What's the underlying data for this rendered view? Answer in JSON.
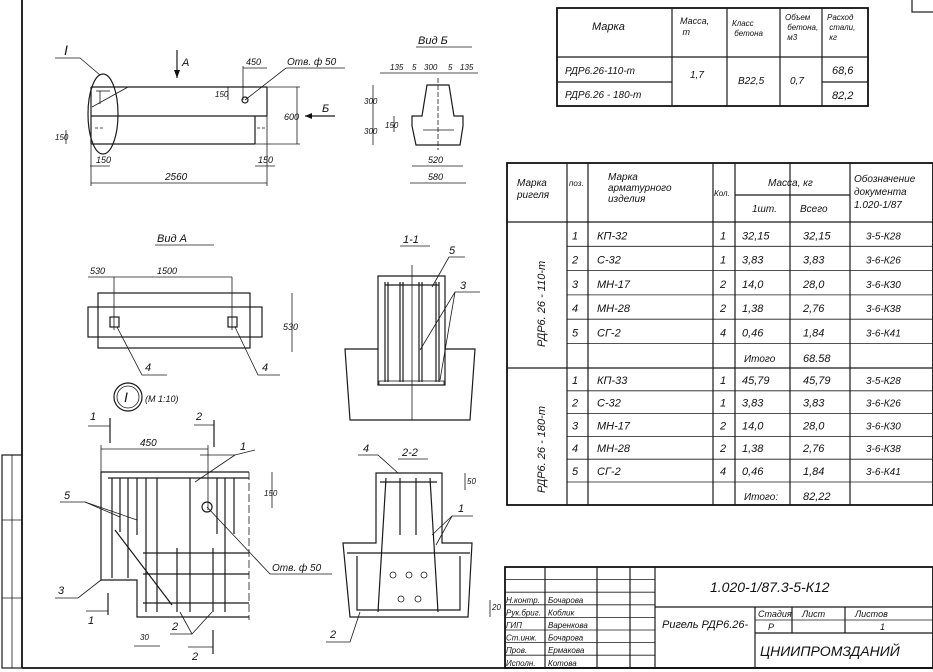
{
  "drawing": {
    "callout_label": "I",
    "arrow_a": "А",
    "arrow_b": "Б",
    "hole_label": "Отв. ф 50",
    "dim_450": "450",
    "dim_150": "150",
    "dim_600": "600",
    "dim_2560": "2560",
    "dim_150_left": "150",
    "dim_150_right": "150",
    "dim_150_side": "150",
    "view_b_title": "Вид Б",
    "view_b_dims": [
      "135",
      "5",
      "300",
      "5",
      "135"
    ],
    "view_b_300_top": "300",
    "view_b_300_bottom": "300",
    "view_b_150": "150",
    "view_b_520": "520",
    "view_b_580": "580",
    "view_a_title": "Вид А",
    "view_a_530": "530",
    "view_a_1500": "1500",
    "view_a_530_vert": "530",
    "pos_4": "4",
    "callout_scale": "(М 1:10)",
    "section_1_title": "1-1",
    "section_2_title": "2-2",
    "pos_5": "5",
    "pos_3": "3",
    "pos_1": "1",
    "pos_2": "2",
    "cut_1": "1",
    "cut_2": "2",
    "detail_450": "450",
    "detail_150": "150",
    "detail_30": "30",
    "sec2_50": "50",
    "sec2_20": "20"
  },
  "summary_table": {
    "headers": [
      "Марка",
      "Масса, т",
      "Класс бетона",
      "Объем бетона, м3",
      "Расход стали, кг"
    ],
    "marks": [
      "РДР6.26-110-т",
      "РДР6.26 - 180-т"
    ],
    "mass": "1,7",
    "concrete_class": "В22,5",
    "volume": "0,7",
    "steel": [
      "68,6",
      "82,2"
    ]
  },
  "spec_table": {
    "headers": {
      "mark": "Марка ригеля",
      "pos": "поз.",
      "item": "Марка арматурного изделия",
      "qty": "Кол.",
      "mass": "Масса, кг",
      "unit": "1шт.",
      "total": "Всего",
      "doc": "Обозначение документа 1.020-1/87"
    },
    "groups": [
      {
        "mark": "РДР6. 26 - 110-т",
        "rows": [
          {
            "pos": "1",
            "item": "КП-32",
            "qty": "1",
            "unit": "32,15",
            "total": "32,15",
            "doc": "3-5-К28"
          },
          {
            "pos": "2",
            "item": "С-32",
            "qty": "1",
            "unit": "3,83",
            "total": "3,83",
            "doc": "3-6-К26"
          },
          {
            "pos": "3",
            "item": "МН-17",
            "qty": "2",
            "unit": "14,0",
            "total": "28,0",
            "doc": "3-6-К30"
          },
          {
            "pos": "4",
            "item": "МН-28",
            "qty": "2",
            "unit": "1,38",
            "total": "2,76",
            "doc": "3-6-К38"
          },
          {
            "pos": "5",
            "item": "СГ-2",
            "qty": "4",
            "unit": "0,46",
            "total": "1,84",
            "doc": "3-6-К41"
          }
        ],
        "total_label": "Итого",
        "total": "68.58"
      },
      {
        "mark": "РДР6. 26 - 180-т",
        "rows": [
          {
            "pos": "1",
            "item": "КП-33",
            "qty": "1",
            "unit": "45,79",
            "total": "45,79",
            "doc": "3-5-К28"
          },
          {
            "pos": "2",
            "item": "С-32",
            "qty": "1",
            "unit": "3,83",
            "total": "3,83",
            "doc": "3-6-К26"
          },
          {
            "pos": "3",
            "item": "МН-17",
            "qty": "2",
            "unit": "14,0",
            "total": "28,0",
            "doc": "3-6-К30"
          },
          {
            "pos": "4",
            "item": "МН-28",
            "qty": "2",
            "unit": "1,38",
            "total": "2,76",
            "doc": "3-6-К38"
          },
          {
            "pos": "5",
            "item": "СГ-2",
            "qty": "4",
            "unit": "0,46",
            "total": "1,84",
            "doc": "3-6-К41"
          }
        ],
        "total_label": "Итого:",
        "total": "82,22"
      }
    ]
  },
  "title_block": {
    "code": "1.020-1/87.3-5-К12",
    "name": "Ригель РДР6.26-",
    "stage_label": "Стадия",
    "sheet_label": "Лист",
    "sheets_label": "Листов",
    "stage": "Р",
    "sheets": "1",
    "org": "ЦНИИПРОМЗДАНИЙ",
    "signatures": [
      {
        "role": "Н.контр.",
        "name": "Бочарова"
      },
      {
        "role": "Рук.бриг.",
        "name": "Коблик"
      },
      {
        "role": "ГИП",
        "name": "Варенкова"
      },
      {
        "role": "Ст.инж.",
        "name": "Бочарова"
      },
      {
        "role": "Пров.",
        "name": "Ермакова"
      },
      {
        "role": "Исполн.",
        "name": "Котова"
      }
    ]
  }
}
